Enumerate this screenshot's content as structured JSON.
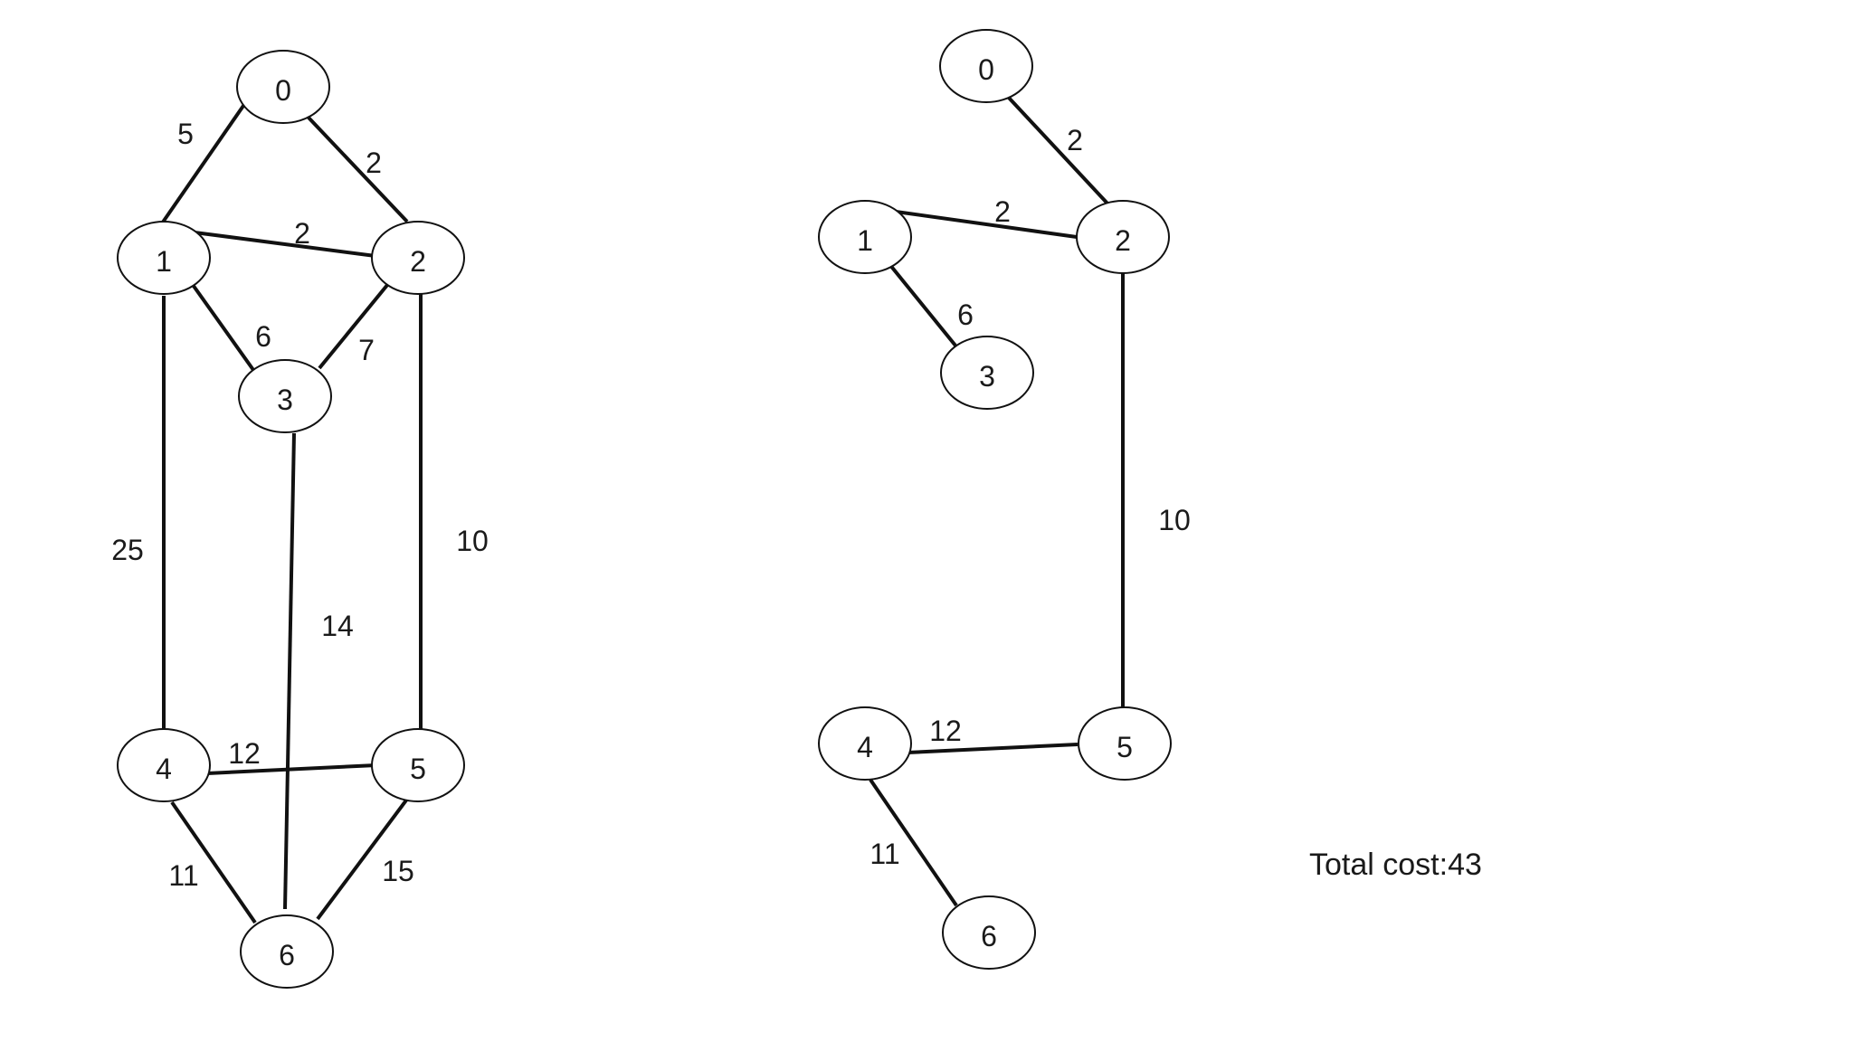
{
  "graph": {
    "nodes": [
      "0",
      "1",
      "2",
      "3",
      "4",
      "5",
      "6"
    ],
    "edges": [
      {
        "a": "0",
        "b": "1",
        "w": "5"
      },
      {
        "a": "0",
        "b": "2",
        "w": "2"
      },
      {
        "a": "1",
        "b": "2",
        "w": "2"
      },
      {
        "a": "1",
        "b": "3",
        "w": "6"
      },
      {
        "a": "2",
        "b": "3",
        "w": "7"
      },
      {
        "a": "1",
        "b": "4",
        "w": "25"
      },
      {
        "a": "3",
        "b": "6",
        "w": "14"
      },
      {
        "a": "2",
        "b": "5",
        "w": "10"
      },
      {
        "a": "4",
        "b": "5",
        "w": "12"
      },
      {
        "a": "4",
        "b": "6",
        "w": "11"
      },
      {
        "a": "5",
        "b": "6",
        "w": "15"
      }
    ]
  },
  "tree": {
    "nodes": [
      "0",
      "1",
      "2",
      "3",
      "4",
      "5",
      "6"
    ],
    "edges": [
      {
        "a": "0",
        "b": "2",
        "w": "2"
      },
      {
        "a": "1",
        "b": "2",
        "w": "2"
      },
      {
        "a": "1",
        "b": "3",
        "w": "6"
      },
      {
        "a": "2",
        "b": "5",
        "w": "10"
      },
      {
        "a": "4",
        "b": "5",
        "w": "12"
      },
      {
        "a": "4",
        "b": "6",
        "w": "11"
      }
    ]
  },
  "total_cost": "Total cost:43"
}
